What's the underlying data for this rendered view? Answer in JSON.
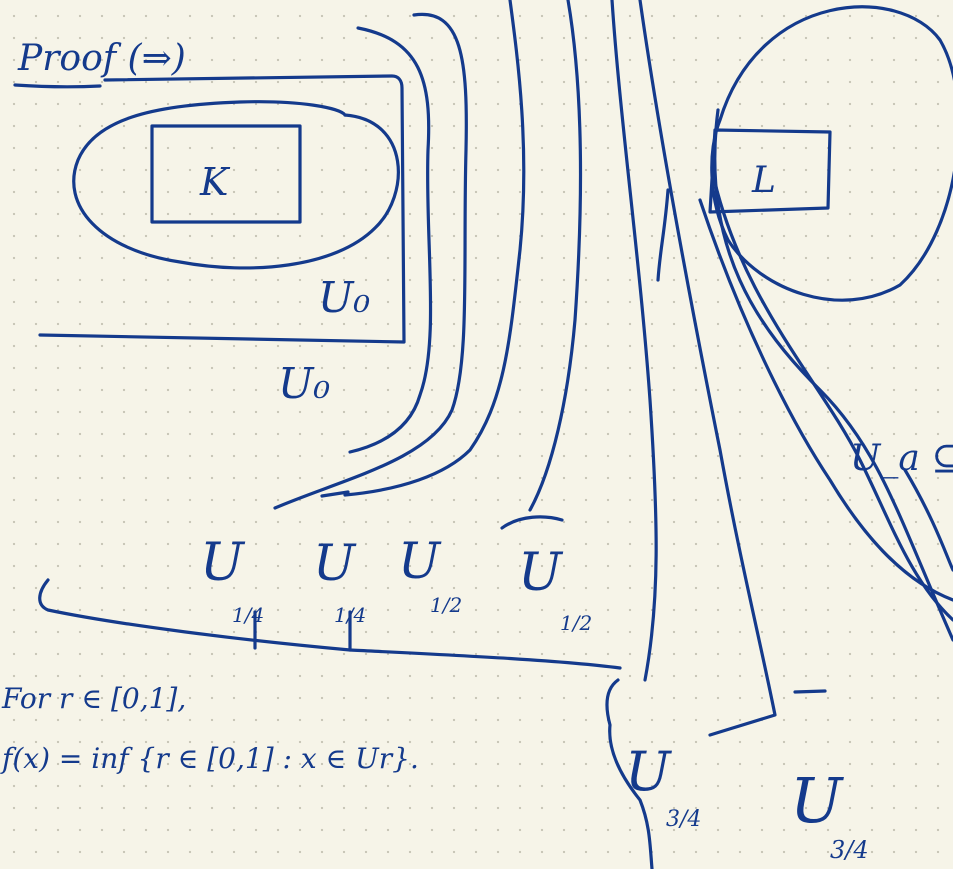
{
  "proof_heading": "Proof (⇒)",
  "labels": {
    "K": "K",
    "L": "L",
    "U0_inner": "U₀",
    "U0_outer": "U₀",
    "Ua": "U_a ⊆",
    "U14": "U",
    "U14_frac": "1/4",
    "U14_closure": "U",
    "U14_closure_frac": "1/4",
    "U12": "U",
    "U12_frac": "1/2",
    "U12_closure": "U",
    "U12_closure_frac": "1/2",
    "U34": "U",
    "U34_frac": "3/4",
    "U34_closure": "U",
    "U34_closure_frac": "3/4"
  },
  "definition": {
    "line1": "For r ∈ [0,1],",
    "line2": "f(x) = inf {r ∈ [0,1] : x ∈ Ur}."
  },
  "colors": {
    "ink": "#143a8c",
    "paper": "#f6f4e8",
    "dot": "#c9c7b8"
  }
}
